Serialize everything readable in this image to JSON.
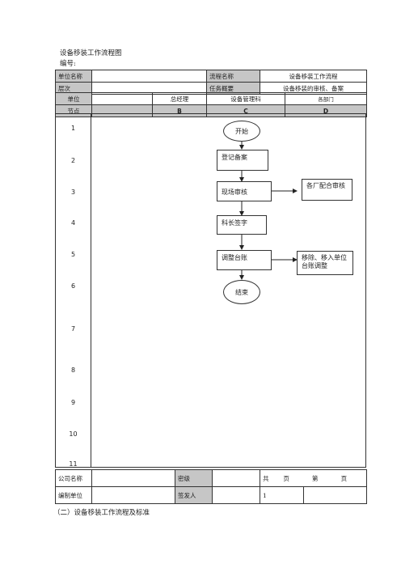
{
  "doc": {
    "title": "设备移装工作流程图",
    "code_label": "编号:"
  },
  "header": {
    "row1": {
      "unit_name_label": "单位名称",
      "unit_name_value": "",
      "flow_name_label": "流程名称",
      "flow_name_value": "设备移装工作流程"
    },
    "row2": {
      "level_label": "层次",
      "level_value": "",
      "task_label": "任务概要",
      "task_value": "设备移装的审核、备案"
    },
    "row3": {
      "unit_label": "单位",
      "col_a": "",
      "col_b": "总经理",
      "col_c": "设备管理科",
      "col_d": "各部门"
    },
    "row4": {
      "node_label": "节点",
      "col_a": "",
      "col_b": "B",
      "col_c": "C",
      "col_d": "D"
    }
  },
  "rows": [
    "1",
    "2",
    "3",
    "4",
    "5",
    "6",
    "7",
    "8",
    "9",
    "10",
    "11"
  ],
  "flow": {
    "start": "开始",
    "register": "登记备案",
    "site_review": "现场审核",
    "section_sign": "科长签字",
    "adjust_ledger": "调整台账",
    "end": "结束",
    "factories_review": "各厂配合审核",
    "move_adjust": "移除、移入单位台账调整"
  },
  "footer": {
    "company_label": "公司名称",
    "company_value": "",
    "secret_label": "密级",
    "secret_value": "",
    "pages_total_label": "共",
    "pages_unit1": "页",
    "pages_current_label": "第",
    "pages_unit2": "页",
    "compiler_label": "编制单位",
    "compiler_value": "",
    "issuer_label": "签发人",
    "issuer_value": "",
    "page_number": "1"
  },
  "note": "（二）设备移装工作流程及标准"
}
